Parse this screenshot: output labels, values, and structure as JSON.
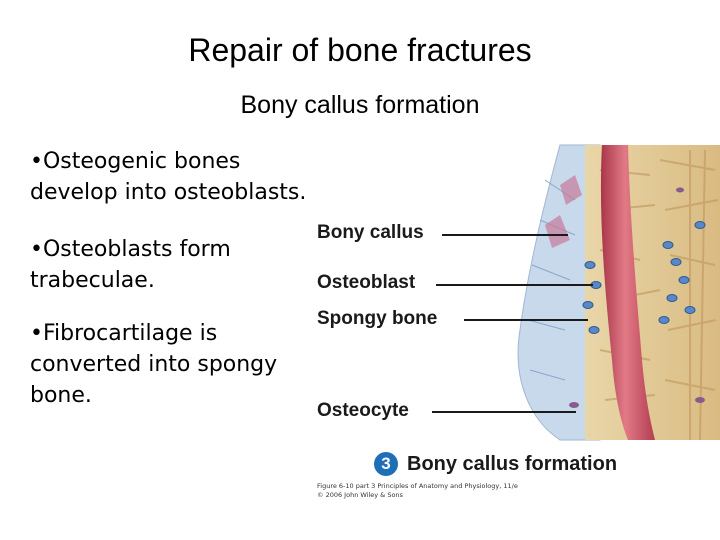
{
  "slide": {
    "title": "Repair of bone fractures",
    "subtitle": "Bony callus formation",
    "bullets": [
      "•Osteogenic bones develop into osteoblasts.",
      "•Osteoblasts form trabeculae.",
      "•Fibrocartilage is converted into spongy bone."
    ]
  },
  "figure": {
    "labels": {
      "bony_callus": "Bony callus",
      "osteoblast": "Osteoblast",
      "spongy_bone": "Spongy bone",
      "osteocyte": "Osteocyte"
    },
    "step_number": "3",
    "step_title": "Bony callus formation",
    "credit_line1": "Figure 6-10 part 3  Principles of Anatomy and Physiology, 11/e",
    "credit_line2": "© 2006 John Wiley & Sons",
    "colors": {
      "vessel": "#c9475a",
      "cartilage": "#c8d9ec",
      "bone": "#e6cf9c",
      "cell": "#5a87c6",
      "accent": "#1f6fb8"
    }
  }
}
